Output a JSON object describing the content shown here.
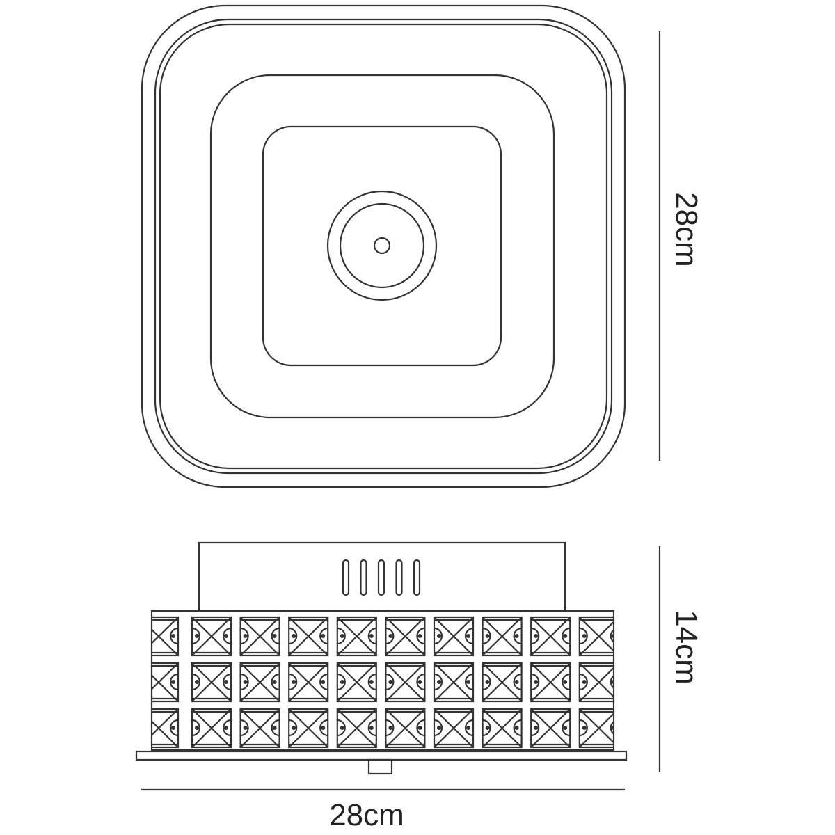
{
  "drawing": {
    "width_label": "28cm",
    "depth_label": "28cm",
    "height_label": "14cm",
    "crystal_rows": 3,
    "crystal_columns": 10,
    "vent_slots": 5,
    "line_color": "#333333"
  }
}
